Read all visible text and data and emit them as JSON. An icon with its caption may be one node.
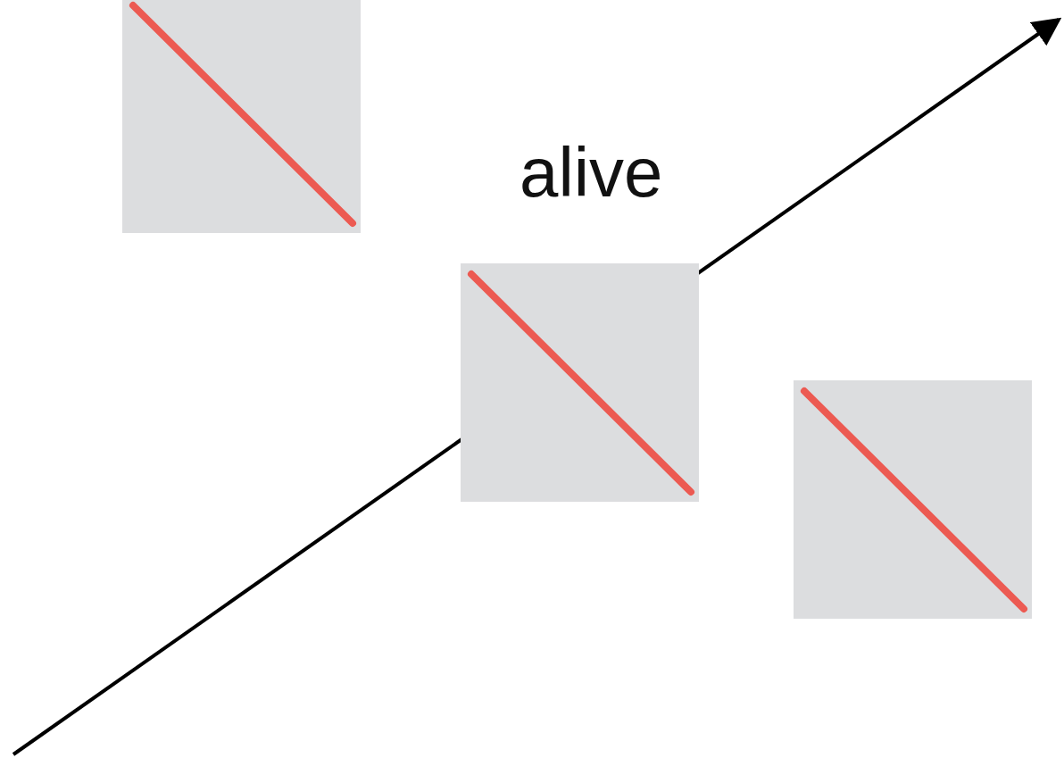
{
  "diagram": {
    "nodes": [
      {
        "text": [],
        "shape": "box"
      },
      {
        "text": [],
        "shape": "box"
      },
      {
        "text": [],
        "shape": "box"
      }
    ],
    "labels": [
      "alive"
    ]
  }
}
